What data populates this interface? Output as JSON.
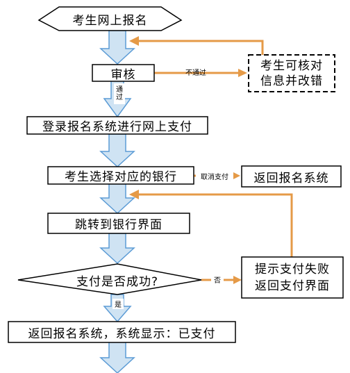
{
  "flow": {
    "start": "考生网上报名",
    "review": "审核",
    "fail_review_label": "不通过",
    "pass_review_label": "通过",
    "fix_info": [
      "考生可核对",
      "信息并改错"
    ],
    "login_pay": "登录报名系统进行网上支付",
    "choose_bank": "考生选择对应的银行",
    "cancel_pay_label": "取消支付",
    "return_system": "返回报名系统",
    "jump_bank": "跳转到银行界面",
    "pay_success_q": "支付是否成功?",
    "no_label": "否",
    "yes_label": "是",
    "pay_fail": [
      "提示支付失败",
      "返回支付界面"
    ],
    "final": "返回报名系统，系统显示：已支付"
  },
  "colors": {
    "arrow_fill": "#cfe3f3",
    "arrow_stroke": "#5b9bd5",
    "feedback": "#e59a47",
    "box_stroke": "#000000"
  }
}
